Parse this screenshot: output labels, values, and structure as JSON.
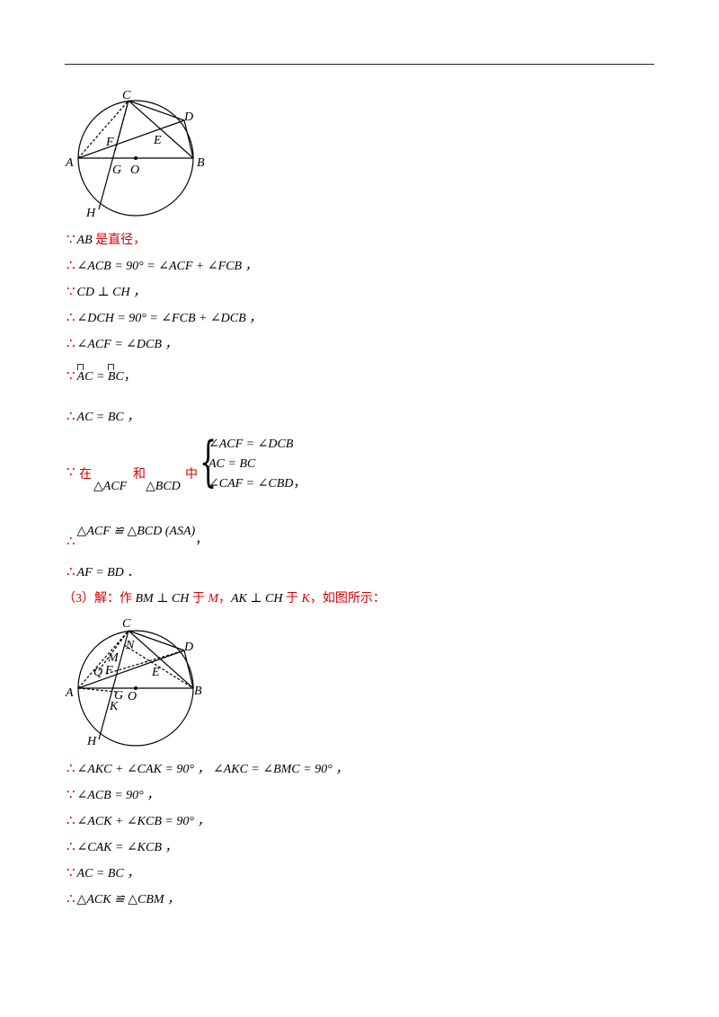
{
  "figure1": {
    "labels": [
      "C",
      "D",
      "F",
      "E",
      "A",
      "G",
      "O",
      "B",
      "H"
    ]
  },
  "figure2": {
    "labels": [
      "C",
      "N",
      "D",
      "M",
      "Q",
      "F",
      "E",
      "A",
      "G",
      "O",
      "B",
      "K",
      "H"
    ]
  },
  "lines": [
    {
      "sym": "∵",
      "text": "AB",
      "tail": " 是直径，"
    },
    {
      "sym": "∴",
      "text": "∠ACB = 90° = ∠ACF + ∠FCB ，"
    },
    {
      "sym": "∵",
      "text": "CD ⊥ CH ，"
    },
    {
      "sym": "∴",
      "text": "∠DCH = 90° = ∠FCB + ∠DCB ，"
    },
    {
      "sym": "∴",
      "text": "∠ACF = ∠DCB ，"
    },
    {
      "sym": "∵",
      "a": "AC",
      "eq": " = ",
      "b": "BC",
      "tail": "，"
    },
    {
      "sym": "∴",
      "text": "AC = BC ，"
    },
    {
      "sym": "∵",
      "zai": "在",
      "he": "和",
      "zhong": "中",
      "t1": "△ACF",
      "t2": "△BCD",
      "sys": [
        "∠ACF = ∠DCB",
        "AC = BC",
        "∠CAF = ∠CBD"
      ],
      "tail": "，"
    },
    {
      "sym": "∴",
      "text": "△ACF ≌ △BCD (ASA)",
      "tail": "，"
    },
    {
      "sym": "∴",
      "text": "AF = BD ．"
    },
    {
      "pre": "（3）解：作 ",
      "bm": "BM ⊥ CH",
      "yu1": " 于 ",
      "M": "M",
      "comma": "，",
      "ak": "AK ⊥ CH",
      "yu2": " 于 ",
      "K": "K",
      "end": "，如图所示："
    },
    {
      "sym": "∴",
      "text": "∠AKC + ∠CAK = 90° ，  ∠AKC = ∠BMC = 90° ，"
    },
    {
      "sym": "∵",
      "text": "∠ACB = 90° ，"
    },
    {
      "sym": "∴",
      "text": "∠ACK + ∠KCB = 90° ，"
    },
    {
      "sym": "∴",
      "text": "∠CAK = ∠KCB ，"
    },
    {
      "sym": "∵",
      "text": "AC = BC ，"
    },
    {
      "sym": "∴",
      "text": "△ACK ≌ △CBM ，"
    }
  ]
}
